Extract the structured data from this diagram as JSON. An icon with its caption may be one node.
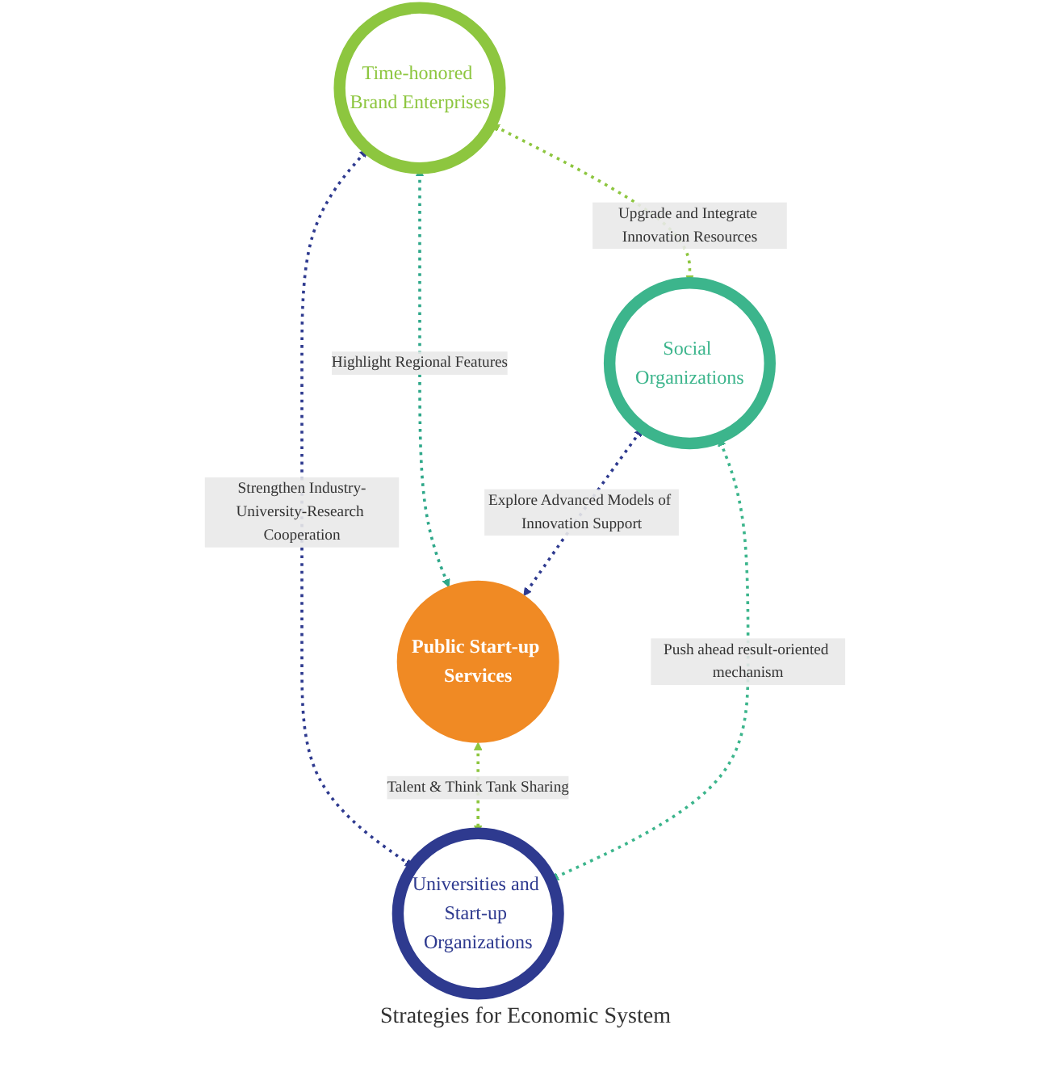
{
  "diagram": {
    "nodes": [
      {
        "text": [
          "Time-honored Brand Enterprises"
        ]
      },
      {
        "text": [
          "Public Start-up Services"
        ]
      },
      {
        "text": [
          "Social Organizations"
        ]
      },
      {
        "text": [
          "Universities and Start-up Organizations"
        ]
      }
    ],
    "edges": [
      {
        "from": 0,
        "to": 2,
        "arrow": "both",
        "label": "Upgrade and Integrate Innovation Resources",
        "style": "dashed",
        "color": "#8dc63f"
      },
      {
        "from": 0,
        "to": 1,
        "arrow": "both",
        "label": "Highlight Regional Features",
        "style": "dashed",
        "color": "#2fa88a"
      },
      {
        "from": 0,
        "to": 3,
        "arrow": "both",
        "label": "Strengthen Industry-University-Research Cooperation",
        "style": "dashed",
        "color": "#2e3a8f"
      },
      {
        "from": 1,
        "to": 3,
        "arrow": "both",
        "label": "Talent & Think Tank Sharing",
        "style": "dashed",
        "color": "#8dc63f"
      },
      {
        "from": 2,
        "to": 1,
        "arrow": "both",
        "label": "Explore Advanced Models of Innovation Support",
        "style": "dashed",
        "color": "#2e3a8f"
      },
      {
        "from": 2,
        "to": 3,
        "arrow": "both",
        "label": "Push ahead result-oriented mechanism",
        "style": "dashed",
        "color": "#3cb58c"
      }
    ],
    "labels": [
      "Strategies for Economic System"
    ]
  }
}
